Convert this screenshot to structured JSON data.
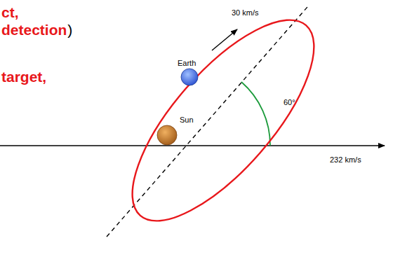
{
  "diagram": {
    "labels": [
      "ct,",
      "detection",
      ")",
      "target,",
      "30 km/s",
      "Earth",
      "60°",
      "Sun",
      "232 km/s"
    ]
  }
}
